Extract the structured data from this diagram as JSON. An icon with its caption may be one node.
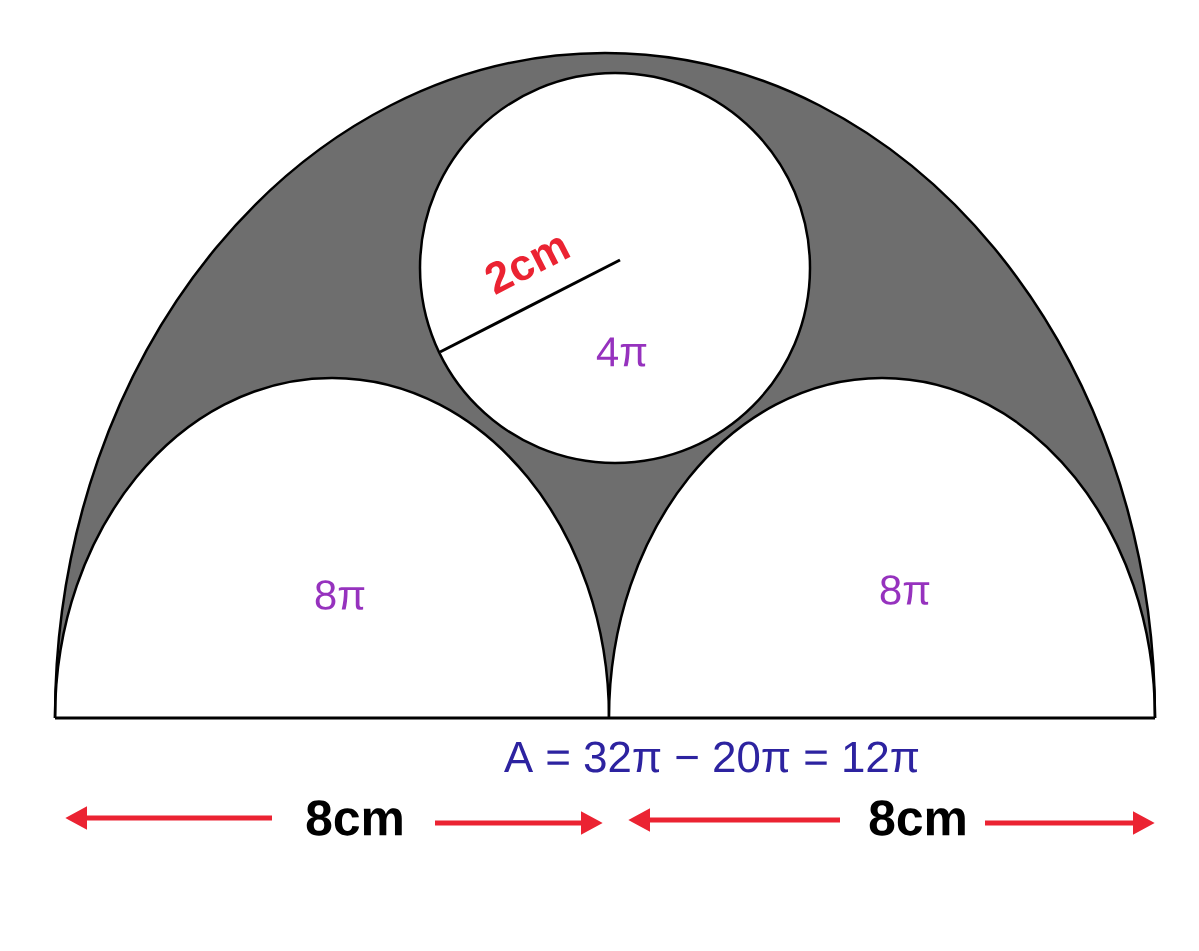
{
  "diagram": {
    "nodes": [
      {
        "text": [
          "2cm",
          "4π"
        ]
      },
      {
        "text": [
          "8π"
        ]
      },
      {
        "text": [
          "8π"
        ]
      }
    ],
    "labels": [
      "A = 32π − 20π = 12π",
      "8cm",
      "8cm"
    ]
  }
}
